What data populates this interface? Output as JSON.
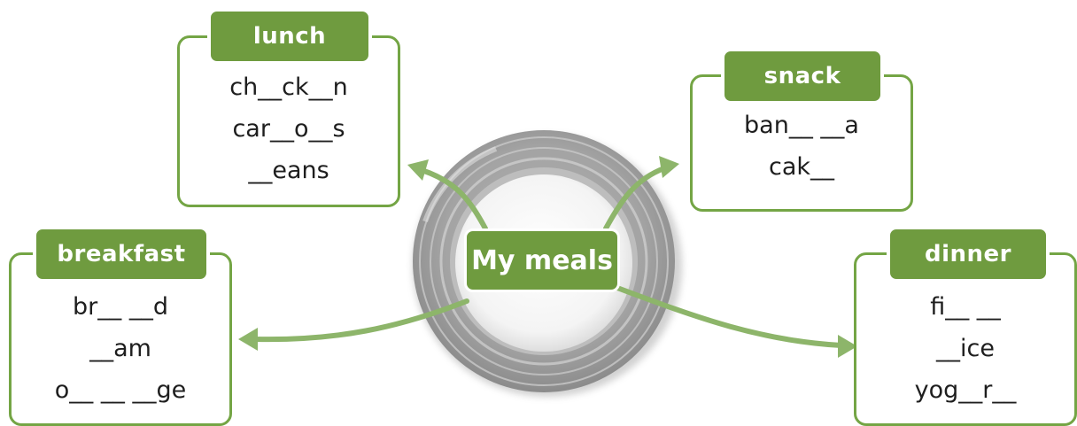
{
  "center": {
    "label": "My meals"
  },
  "lunch": {
    "title": "lunch",
    "items": [
      "ch__ck__n",
      "car__o__s",
      "__eans"
    ]
  },
  "snack": {
    "title": "snack",
    "items": [
      "ban__ __a",
      "cak__"
    ]
  },
  "breakfast": {
    "title": "breakfast",
    "items": [
      "br__ __d",
      "__am",
      "o__ __ __ge"
    ]
  },
  "dinner": {
    "title": "dinner",
    "items": [
      "fi__ __",
      "__ice",
      "yog__r__"
    ]
  },
  "colors": {
    "accent": "#6f9b3f",
    "border": "#74a545",
    "arrow": "#8db56a",
    "plate": "#9a9a9a"
  }
}
